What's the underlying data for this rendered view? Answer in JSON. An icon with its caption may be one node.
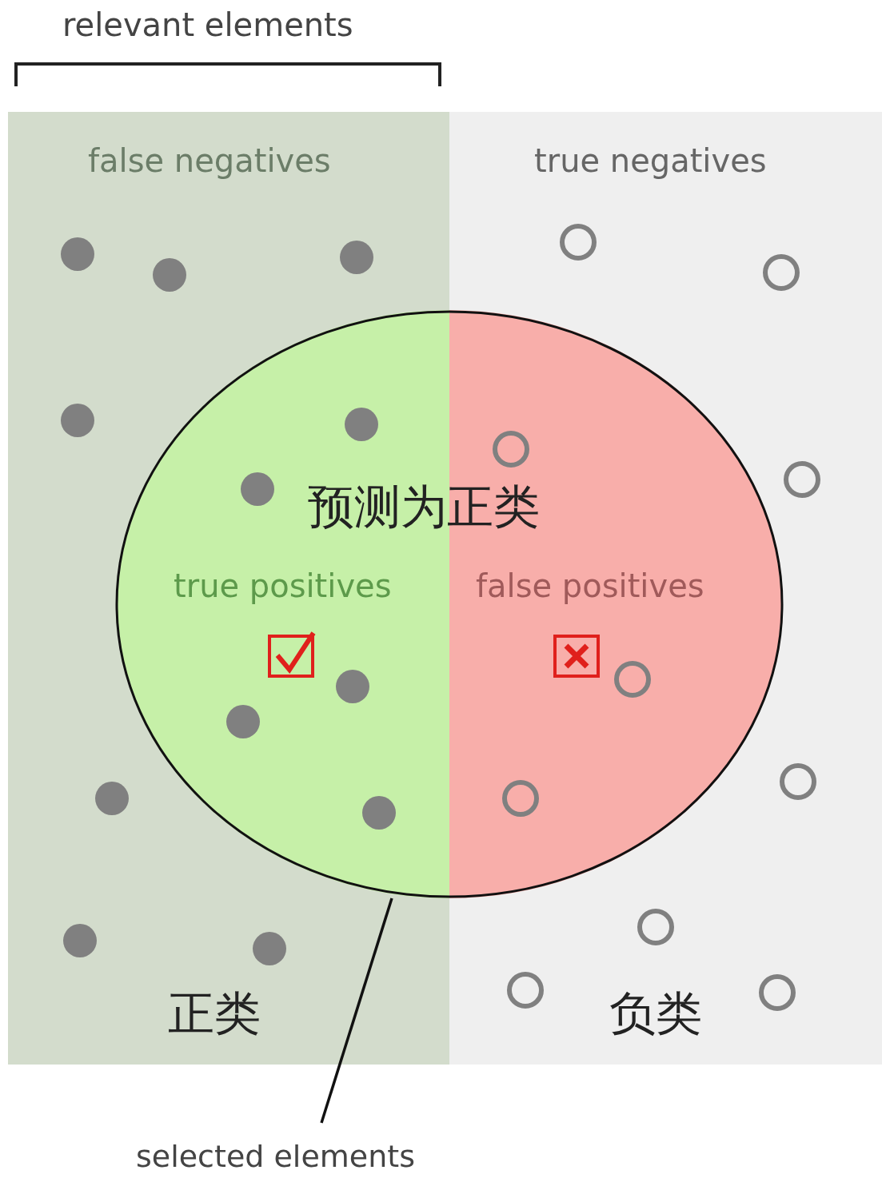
{
  "diagram": {
    "nodes": [
      {
        "text": [
          "false negatives",
          "正类"
        ]
      },
      {
        "text": [
          "true negatives",
          "负类"
        ]
      },
      {
        "text": [
          "预测为正类"
        ]
      },
      {
        "text": [
          "true positives"
        ],
        "in": 2
      },
      {
        "text": [
          "false positives"
        ],
        "in": 2
      },
      {
        "text": [
          "selected elements"
        ]
      }
    ],
    "edges": [
      {
        "from": 5,
        "to": 2,
        "arrow": "none"
      }
    ],
    "labels": [
      "relevant elements"
    ]
  }
}
